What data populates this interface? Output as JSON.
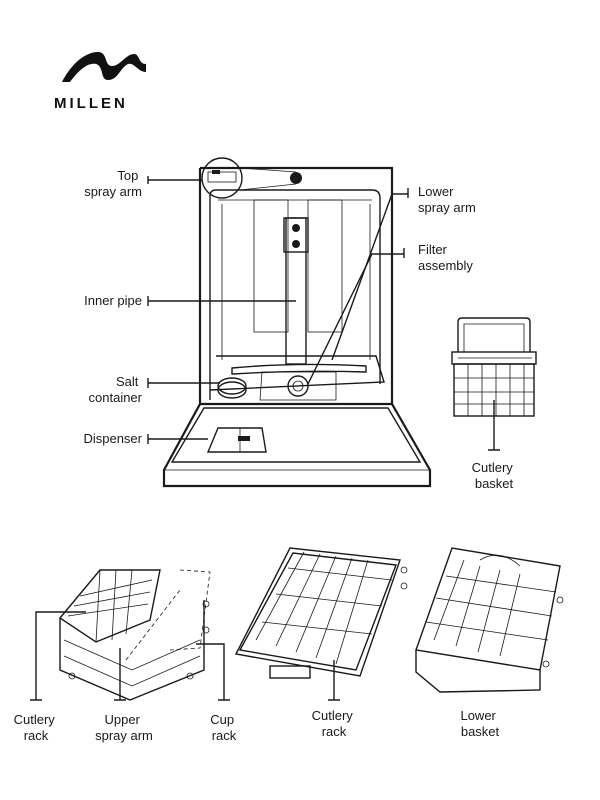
{
  "brand": {
    "name": "MILLEN",
    "logo_icon": "wave-logo-icon"
  },
  "labels": {
    "top_spray_arm": [
      "Top",
      "spray arm"
    ],
    "lower_spray_arm": [
      "Lower",
      "spray arm"
    ],
    "filter_assembly": [
      "Filter",
      "assembly"
    ],
    "inner_pipe": [
      "Inner pipe"
    ],
    "salt_container": [
      "Salt",
      "container"
    ],
    "dispenser": [
      "Dispenser"
    ],
    "cutlery_basket": [
      "Cutlery",
      "basket"
    ],
    "cutlery_rack_left": [
      "Cutlery",
      "rack"
    ],
    "upper_spray_arm": [
      "Upper",
      "spray arm"
    ],
    "cup_rack": [
      "Cup",
      "rack"
    ],
    "cutlery_rack_middle": [
      "Cutlery",
      "rack"
    ],
    "lower_basket": [
      "Lower",
      "basket"
    ]
  }
}
